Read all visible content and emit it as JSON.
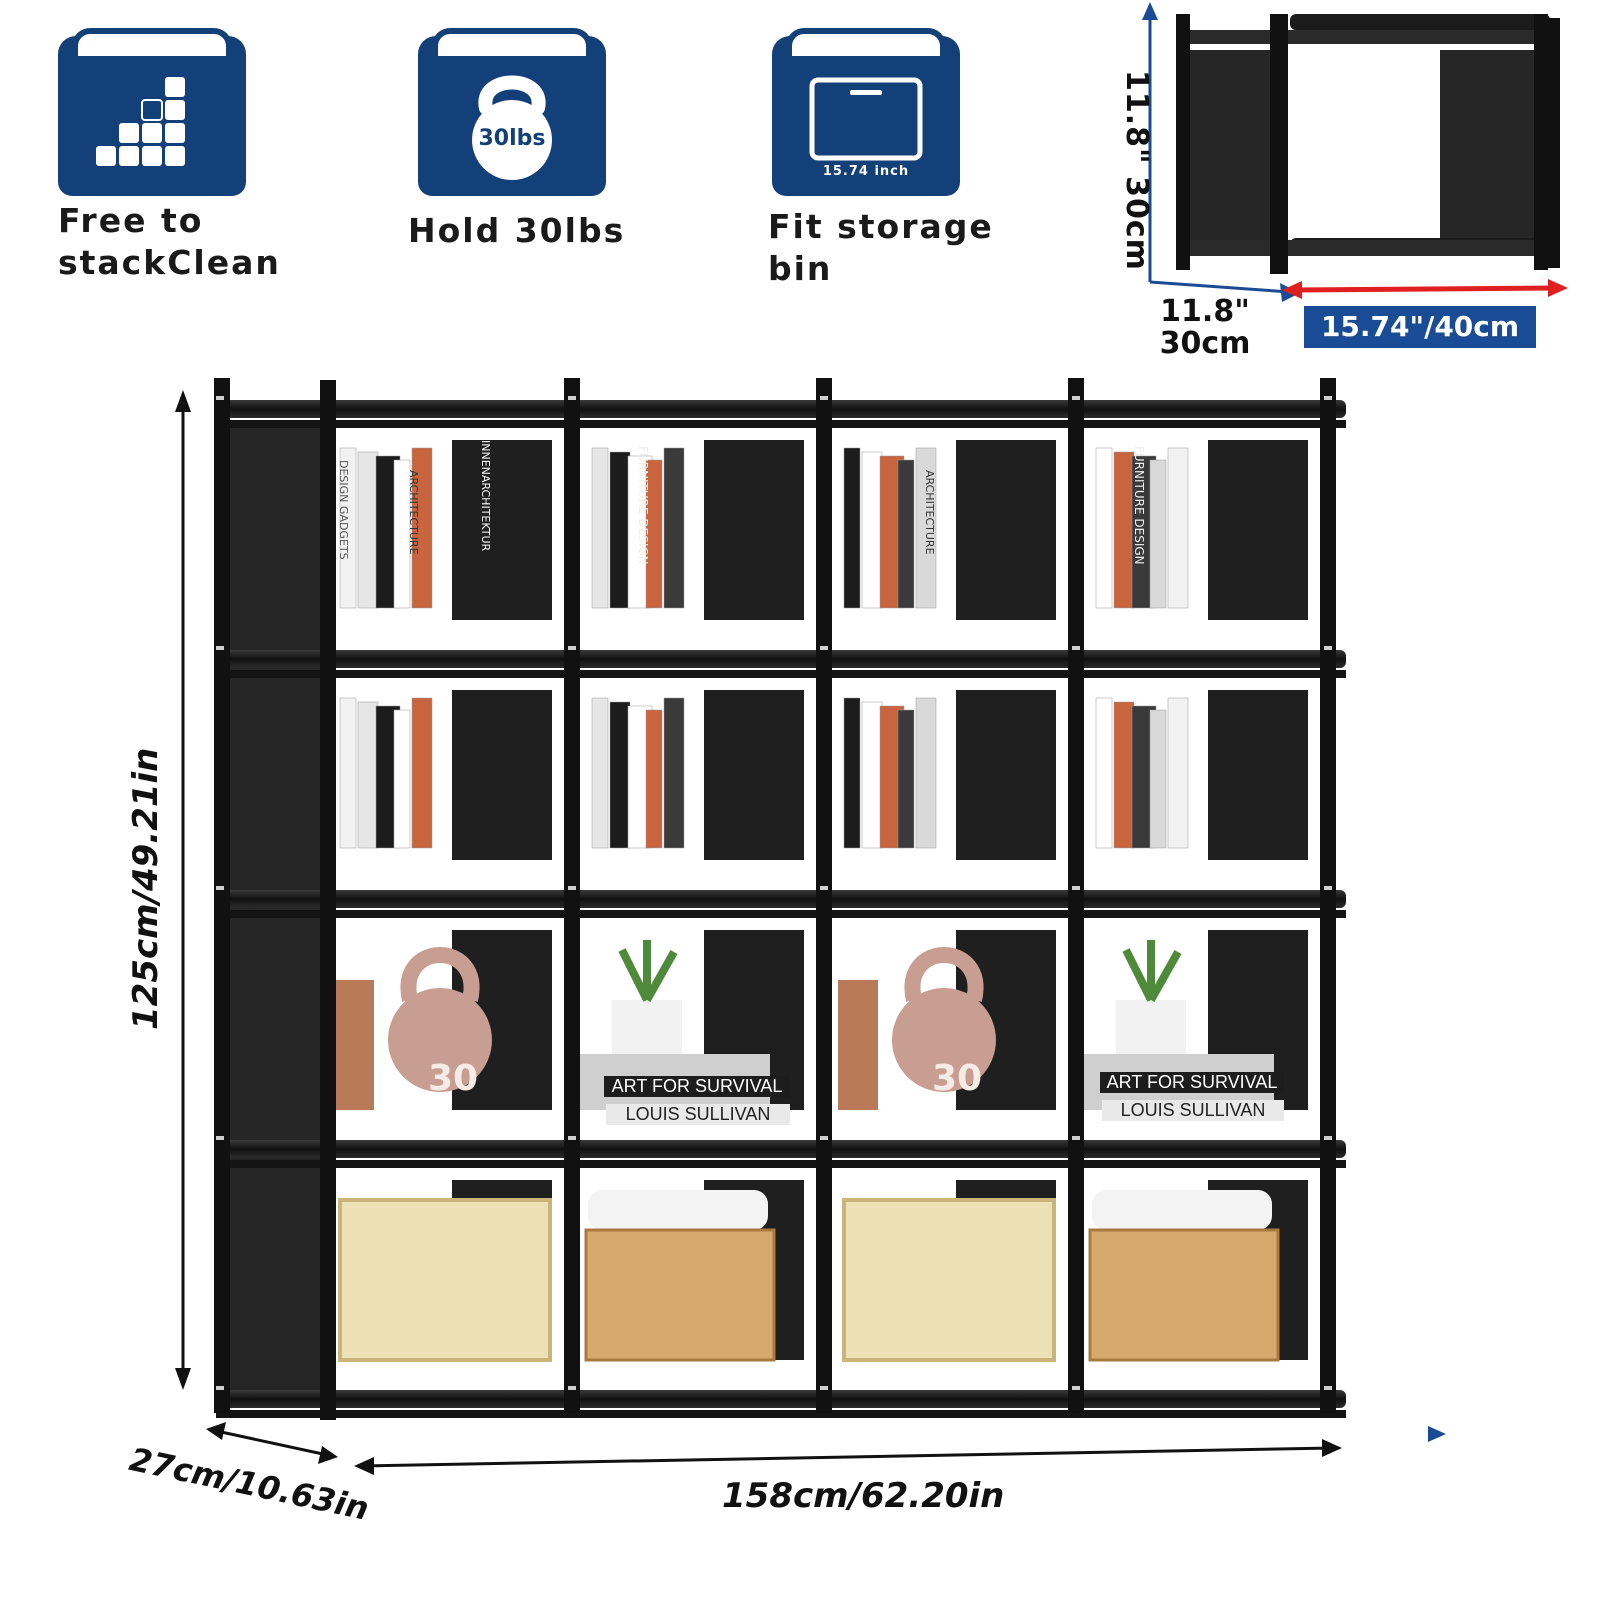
{
  "colors": {
    "navy": "#14407a",
    "frame": "#1b1b1b",
    "panel": "#262626",
    "red": "#e02020",
    "blue": "#1a4c96"
  },
  "features": [
    {
      "icon": "stack-blocks-icon",
      "label_line1": "Free  to",
      "label_line2": "stackClean"
    },
    {
      "icon": "kettlebell-icon",
      "badge_text": "30lbs",
      "label_line1": "Hold  30lbs"
    },
    {
      "icon": "storage-bin-icon",
      "badge_text": "15.74  inch",
      "label_line1": "Fit  storage",
      "label_line2": "bin"
    }
  ],
  "cube_dims": {
    "height": "11.8\"  30cm",
    "depth_line1": "11.8\"",
    "depth_line2": "30cm",
    "width": "15.74\"/40cm"
  },
  "shelf_dims": {
    "height": "125cm/49.21in",
    "depth": "27cm/10.63in",
    "width": "158cm/62.20in"
  },
  "decor": {
    "book_titles": [
      "ARCHITECTURE",
      "INNENARCHITEKTUR",
      "FURNITURE DESIGN",
      "DESIGN GADGETS"
    ],
    "book_stack_top": "ART FOR SURVIVAL",
    "book_stack_bottom": "LOUIS SULLIVAN",
    "kettlebell_label": "30"
  }
}
